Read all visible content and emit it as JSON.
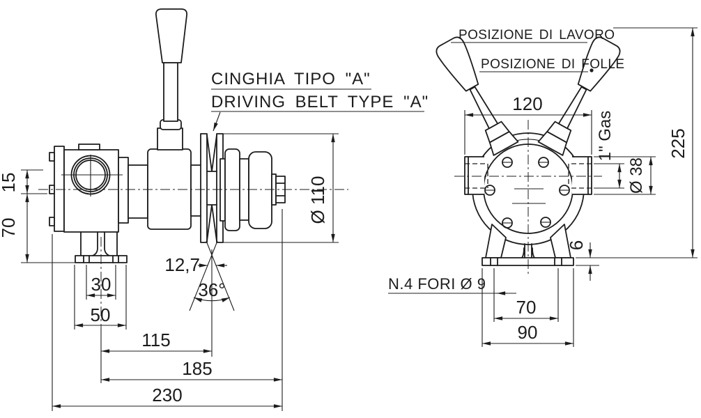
{
  "palette": {
    "ink": "#1c1c1c",
    "paper": "#ffffff"
  },
  "drawing": {
    "annotations": {
      "belt_line1": "CINGHIA TIPO \"A\"",
      "belt_line2": "DRIVING BELT TYPE \"A\"",
      "position_working": "POSIZIONE DI LAVORO",
      "position_neutral": "POSIZIONE DI FOLLE",
      "holes_note": "N.4 FORI Ø 9"
    },
    "side_view": {
      "dims": {
        "port_offset": "15",
        "foot_drop": "70",
        "slot_width": "30",
        "foot_width": "50",
        "foot_to_groove": "115",
        "foot_to_shaft_end": "185",
        "overall_length": "230",
        "belt_width": "12,7",
        "groove_angle": "36°",
        "pulley_diameter": "Ø 110"
      }
    },
    "front_view": {
      "dims": {
        "port_span": "120",
        "port_thread": "1\" Gas",
        "port_diameter": "Ø 38",
        "overall_height": "225",
        "base_thickness": "6",
        "hole_spacing": "70",
        "base_width": "90"
      }
    }
  }
}
